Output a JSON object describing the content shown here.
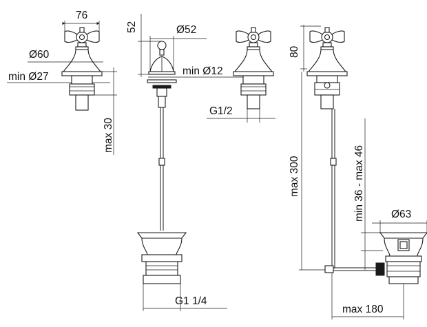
{
  "diagram": {
    "labels": {
      "handle_width": "76",
      "body_diameter": "Ø60",
      "min_shank": "min Ø27",
      "max_thread": "max 30",
      "cap_height": "52",
      "cap_diameter": "Ø52",
      "rod_diameter": "min Ø12",
      "connection": "G1/2",
      "lift_height": "80",
      "max_length": "max 300",
      "waste_thread": "G1 1/4",
      "drain_range": "min 36 - max 46",
      "drain_diameter": "Ø63",
      "max_reach": "max 180"
    }
  }
}
